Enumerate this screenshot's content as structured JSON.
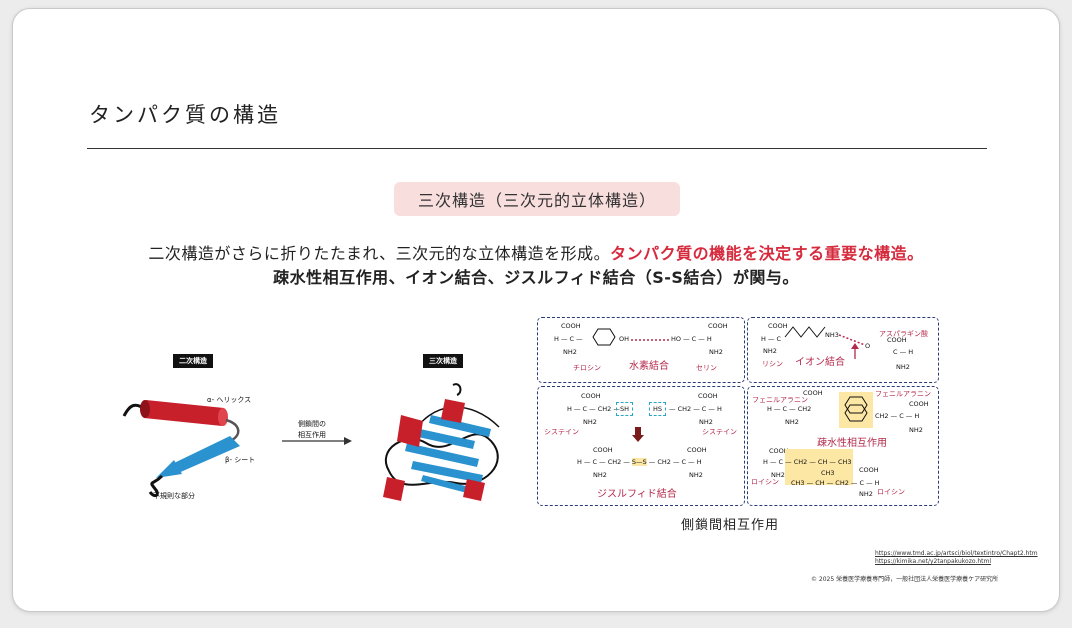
{
  "slide": {
    "title": "タンパク質の構造",
    "badge": "三次構造（三次元的立体構造）",
    "line1_plain": "二次構造がさらに折りたたまれ、三次元的な立体構造を形成。",
    "line1_red": "タンパク質の機能を決定する重要な構造。",
    "line2": "疎水性相互作用、イオン結合、ジスルフィド結合（S-S結合）が関与。"
  },
  "left_figure": {
    "secondary_tag": "二次構造",
    "tertiary_tag": "三次構造",
    "helix_label": "α- ヘリックス",
    "sheet_label": "β- シート",
    "irregular_label": "不規則な部分",
    "arrow_label_1": "側鎖間の",
    "arrow_label_2": "相互作用"
  },
  "right_figure": {
    "hbond": {
      "bond": "水素結合",
      "left_aa": "チロシン",
      "right_aa": "セリン"
    },
    "ionic": {
      "bond": "イオン結合",
      "left_aa": "リシン",
      "right_aa": "アスパラギン酸"
    },
    "disulfide": {
      "bond": "ジスルフィド結合",
      "left_aa": "システイン",
      "right_aa": "システイン"
    },
    "hydrophobic": {
      "bond": "疎水性相互作用",
      "aa_a": "フェニルアラニン",
      "aa_b": "フェニルアラニン",
      "aa_c": "ロイシン",
      "aa_d": "ロイシン"
    },
    "caption": "側鎖間相互作用",
    "chem": {
      "cooh": "COOH",
      "nh2": "NH2",
      "h": "H",
      "c": "C",
      "oh": "OH",
      "ho": "HO",
      "nh3": "NH3",
      "sh": "SH",
      "hs": "HS",
      "ss": "S—S",
      "ch2": "CH2",
      "ch3": "CH3",
      "ch": "CH",
      "o": "O"
    }
  },
  "references": {
    "url1": "https://www.tmd.ac.jp/artsci/biol/textintro/Chapt2.htm",
    "url2": "https://kimika.net/y2tanpakukozo.html",
    "copyright": "© 2025 栄養医学療養専門師，一般社団法人栄養医学療養ケア研究所"
  }
}
